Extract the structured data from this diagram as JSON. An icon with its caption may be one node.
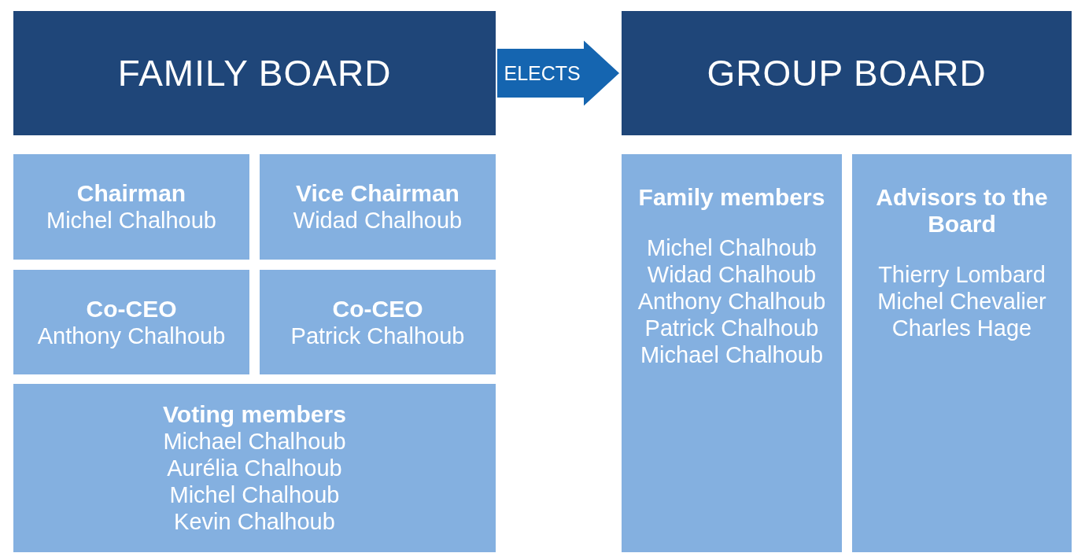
{
  "diagram": {
    "nodes": [
      {
        "text": [
          "FAMILY BOARD"
        ]
      },
      {
        "text": [
          "GROUP BOARD"
        ]
      },
      {
        "text": [
          "Chairman",
          "Michel Chalhoub"
        ]
      },
      {
        "text": [
          "Vice Chairman",
          "Widad Chalhoub"
        ]
      },
      {
        "text": [
          "Co-CEO",
          "Anthony Chalhoub"
        ]
      },
      {
        "text": [
          "Co-CEO",
          "Patrick Chalhoub"
        ]
      },
      {
        "text": [
          "Voting members",
          "Michael Chalhoub",
          "Aurélia Chalhoub",
          "Michel Chalhoub",
          "Kevin Chalhoub"
        ]
      },
      {
        "text": [
          "Family members",
          "Michel Chalhoub",
          "Widad Chalhoub",
          "Anthony Chalhoub",
          "Patrick Chalhoub",
          "Michael Chalhoub"
        ]
      },
      {
        "text": [
          "Advisors to the Board",
          "Thierry Lombard",
          "Michel Chevalier",
          "Charles Hage"
        ]
      }
    ],
    "edges": [
      {
        "from": 0,
        "to": 1,
        "arrow": "to",
        "label": "ELECTS"
      }
    ]
  }
}
